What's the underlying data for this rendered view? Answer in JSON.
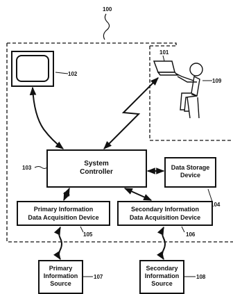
{
  "figure": {
    "ref_system": "100",
    "display": {
      "ref": "102"
    },
    "laptop": {
      "ref": "101"
    },
    "user": {
      "ref": "109"
    },
    "controller": {
      "line1": "System",
      "line2": "Controller",
      "ref": "103"
    },
    "storage": {
      "line1": "Data Storage",
      "line2": "Device",
      "ref": "104"
    },
    "primary_acq": {
      "line1": "Primary Information",
      "line2": "Data Acquisition Device",
      "ref": "105"
    },
    "secondary_acq": {
      "line1": "Secondary Information",
      "line2": "Data Acquisition Device",
      "ref": "106"
    },
    "primary_src": {
      "line1": "Primary",
      "line2": "Information",
      "line3": "Source",
      "ref": "107"
    },
    "secondary_src": {
      "line1": "Secondary",
      "line2": "Information",
      "line3": "Source",
      "ref": "108"
    }
  }
}
